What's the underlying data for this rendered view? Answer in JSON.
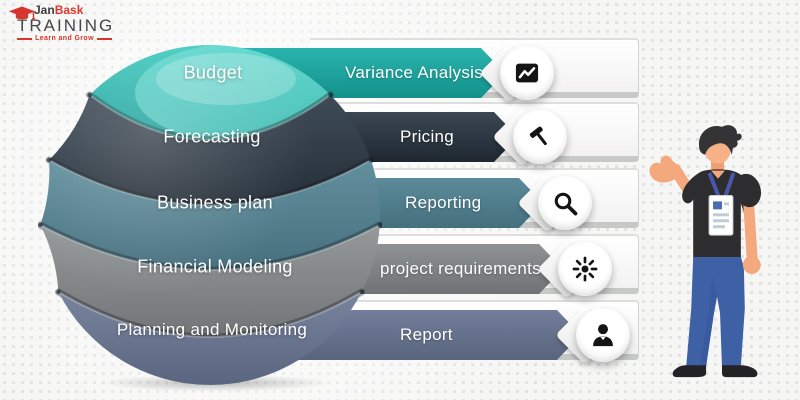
{
  "background": {
    "color": "#f6f6f5",
    "dot_color": "#e1e1e1"
  },
  "logo": {
    "brand_first": "Jan",
    "brand_second": "Bask",
    "brand_first_color": "#3c3c3c",
    "brand_second_color": "#e2342c",
    "title": "TRAINING",
    "title_color": "#47484b",
    "tagline": "Learn and Grow",
    "tagline_color": "#d6342c",
    "icon": "graduation-cap-icon"
  },
  "diagram": {
    "rows": [
      {
        "sphere_label": "Budget",
        "bar_label": "Variance Analysis",
        "icon": "line-chart-icon",
        "bar_color": "#1ca69f",
        "sphere_color": "#2cb6ae"
      },
      {
        "sphere_label": "Forecasting",
        "bar_label": "Pricing",
        "icon": "hammer-icon",
        "bar_color": "#2c3845",
        "sphere_color": "#37434e"
      },
      {
        "sphere_label": "Business plan",
        "bar_label": "Reporting",
        "icon": "magnifier-icon",
        "bar_color": "#50808f",
        "sphere_color": "#5a8796"
      },
      {
        "sphere_label": "Financial Modeling",
        "bar_label": "project requirements",
        "icon": "sunburst-icon",
        "bar_color": "#82868a",
        "sphere_color": "#8b8f92"
      },
      {
        "sphere_label": "Planning and Monitoring",
        "bar_label": "Report",
        "icon": "businessman-icon",
        "bar_color": "#66728e",
        "sphere_color": "#6f7b97"
      }
    ]
  },
  "illustration": {
    "name": "presenter-man",
    "shirt_color": "#2d2d2f",
    "jeans_color": "#3e61a6",
    "skin_color": "#f3a87d"
  }
}
